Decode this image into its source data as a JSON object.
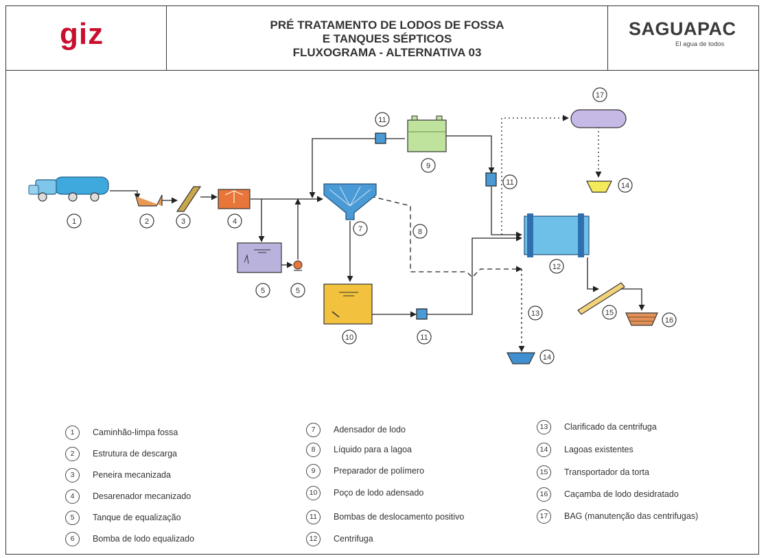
{
  "header": {
    "logo_left": "giz",
    "title_lines": [
      "PRÉ TRATAMENTO DE LODOS DE FOSSA",
      "E TANQUES SÉPTICOS",
      "FLUXOGRAMA - ALTERNATIVA 03"
    ],
    "logo_right": "SAGUAPAC",
    "logo_right_tagline": "El agua de todos"
  },
  "diagram_numbers": {
    "n1": "1",
    "n2": "2",
    "n3": "3",
    "n4": "4",
    "n5a": "5",
    "n5b": "5",
    "n7": "7",
    "n8": "8",
    "n9": "9",
    "n10": "10",
    "n11a": "11",
    "n11b": "11",
    "n11c": "11",
    "n12": "12",
    "n13": "13",
    "n14a": "14",
    "n14b": "14",
    "n15": "15",
    "n16": "16",
    "n17": "17"
  },
  "colors": {
    "truck": "#3fa9de",
    "discharge": "#e89a55",
    "screen": "#c9a84d",
    "grit": "#e8763a",
    "equalization": "#b9b2dd",
    "thickener": "#4a9ad6",
    "polymer": "#bfe39c",
    "sludge_well": "#f2c23e",
    "centrifuge": "#6fc0e8",
    "lagoon": "#3f8fd1",
    "bag": "#c7b9e6",
    "skip": "#e0925a",
    "pump": "#2f6fae"
  },
  "legend": [
    {
      "num": "1",
      "label": "Caminhão-limpa fossa"
    },
    {
      "num": "2",
      "label": "Estrutura de descarga"
    },
    {
      "num": "3",
      "label": "Peneira mecanizada"
    },
    {
      "num": "4",
      "label": "Desarenador mecanizado"
    },
    {
      "num": "5",
      "label": "Tanque de equalização"
    },
    {
      "num": "6",
      "label": "Bomba de lodo equalizado"
    },
    {
      "num": "7",
      "label": "Adensador de lodo"
    },
    {
      "num": "8",
      "label": "Líquido para a lagoa"
    },
    {
      "num": "9",
      "label": "Preparador de polímero"
    },
    {
      "num": "10",
      "label": "Poço de lodo adensado"
    },
    {
      "num": "11",
      "label": "Bombas de deslocamento positivo"
    },
    {
      "num": "12",
      "label": "Centrifuga"
    },
    {
      "num": "13",
      "label": "Clarificado da centrifuga"
    },
    {
      "num": "14",
      "label": "Lagoas existentes"
    },
    {
      "num": "15",
      "label": "Transportador da torta"
    },
    {
      "num": "16",
      "label": "Caçamba de lodo desidratado"
    },
    {
      "num": "17",
      "label": "BAG (manutenção das centrifugas)"
    }
  ]
}
